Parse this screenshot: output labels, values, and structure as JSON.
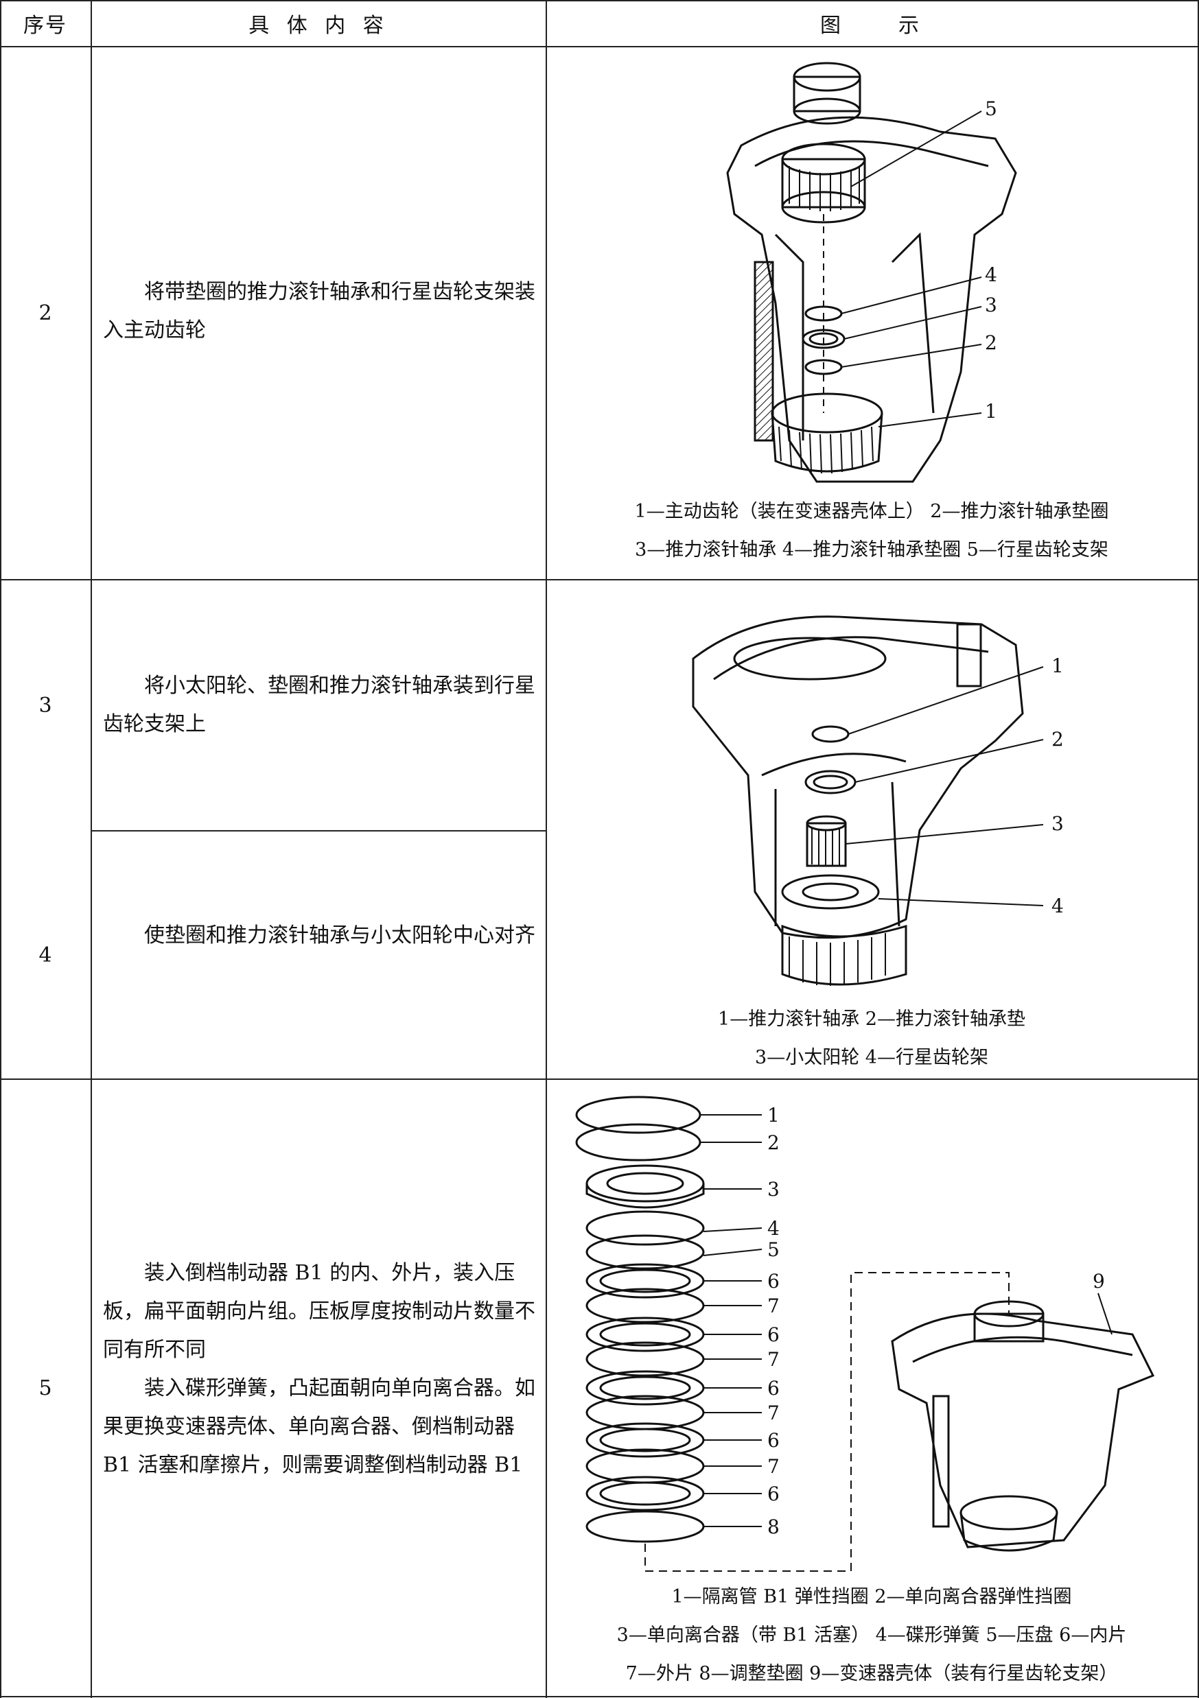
{
  "header": {
    "col1": "序号",
    "col2": "具 体 内 容",
    "col3": "图　　示"
  },
  "rows": [
    {
      "num": "2",
      "content": "　　将带垫圈的推力滚针轴承和行星齿轮支架装入主动齿轮",
      "caption": [
        "1—主动齿轮（装在变速器壳体上）  2—推力滚针轴承垫圈",
        "3—推力滚针轴承  4—推力滚针轴承垫圈  5—行星齿轮支架"
      ],
      "callouts": [
        "5",
        "4",
        "3",
        "2",
        "1"
      ]
    },
    {
      "num": "3",
      "content": "　　将小太阳轮、垫圈和推力滚针轴承装到行星齿轮支架上"
    },
    {
      "num": "4",
      "content": "　　使垫圈和推力滚针轴承与小太阳轮中心对齐",
      "caption": [
        "1—推力滚针轴承  2—推力滚针轴承垫",
        "3—小太阳轮  4—行星齿轮架"
      ],
      "callouts": [
        "1",
        "2",
        "3",
        "4"
      ]
    },
    {
      "num": "5",
      "content": "　　装入倒档制动器 B1 的内、外片，装入压板，扁平面朝向片组。压板厚度按制动片数量不同有所不同\n　　装入碟形弹簧，凸起面朝向单向离合器。如果更换变速器壳体、单向离合器、倒档制动器 B1 活塞和摩擦片，则需要调整倒档制动器 B1",
      "caption": [
        "1—隔离管 B1 弹性挡圈  2—单向离合器弹性挡圈",
        "3—单向离合器（带 B1 活塞）  4—碟形弹簧  5—压盘  6—内片",
        "7—外片  8—调整垫圈  9—变速器壳体（装有行星齿轮支架）"
      ],
      "callouts": [
        "1",
        "2",
        "3",
        "4",
        "5",
        "6",
        "7",
        "6",
        "7",
        "6",
        "7",
        "6",
        "7",
        "6",
        "8",
        "9"
      ]
    }
  ]
}
